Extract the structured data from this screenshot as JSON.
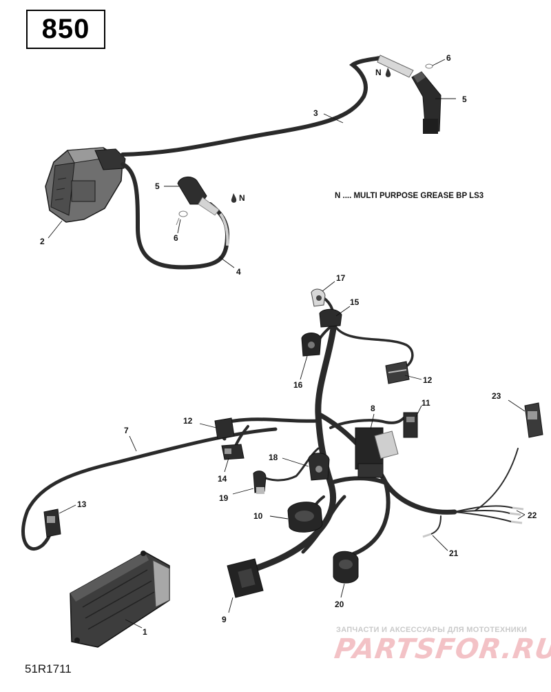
{
  "model": "850",
  "note": "N .... MULTI PURPOSE GREASE BP LS3",
  "grease_symbol": "N",
  "diagram_code": "51R1711",
  "watermark": {
    "tagline": "ЗАПЧАСТИ И АКСЕССУАРЫ ДЛЯ МОТОТЕХНИКИ",
    "brand": "PARTSFOR.RU"
  },
  "callouts": {
    "c1": "1",
    "c2": "2",
    "c3": "3",
    "c4": "4",
    "c5a": "5",
    "c5b": "5",
    "c6a": "6",
    "c6b": "6",
    "c7": "7",
    "c8": "8",
    "c9": "9",
    "c10": "10",
    "c11": "11",
    "c12a": "12",
    "c12b": "12",
    "c13": "13",
    "c14": "14",
    "c15": "15",
    "c16": "16",
    "c17": "17",
    "c18": "18",
    "c19": "19",
    "c20": "20",
    "c21": "21",
    "c22": "22",
    "c23": "23"
  }
}
